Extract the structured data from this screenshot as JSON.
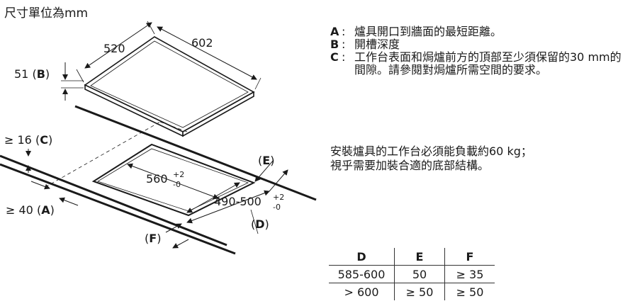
{
  "title": "尺寸單位為mm",
  "diagram": {
    "width": "520",
    "depth": "602",
    "height": "51",
    "height_letter": "B",
    "gap_c": "≥ 16",
    "letter_c": "C",
    "gap_a": "≥ 40",
    "letter_a": "A",
    "cutout_width": "560",
    "cutout_width_tol_top": "+2",
    "cutout_width_tol_bottom": "-0",
    "cutout_depth": "490-500",
    "cutout_depth_tol_top": "+2",
    "cutout_depth_tol_bottom": "-0",
    "label_e": "E",
    "label_d": "D",
    "label_f": "F"
  },
  "notes": [
    {
      "key": "A",
      "text": "爐具開口到牆面的最短距離。"
    },
    {
      "key": "B",
      "text": "開槽深度"
    },
    {
      "key": "C",
      "text": "工作台表面和焗爐前方的頂部至少須保留的30 mm的間隙。請參閱對焗爐所需空間的要求。"
    }
  ],
  "note_separator": ":",
  "load_note": [
    "安裝爐具的工作台必須能負載約60 kg；",
    "視乎需要加裝合適的底部結構。"
  ],
  "table": {
    "headers": [
      "D",
      "E",
      "F"
    ],
    "rows": [
      [
        "585-600",
        "50",
        "≥ 35"
      ],
      [
        "> 600",
        "≥ 50",
        "≥ 50"
      ]
    ]
  }
}
